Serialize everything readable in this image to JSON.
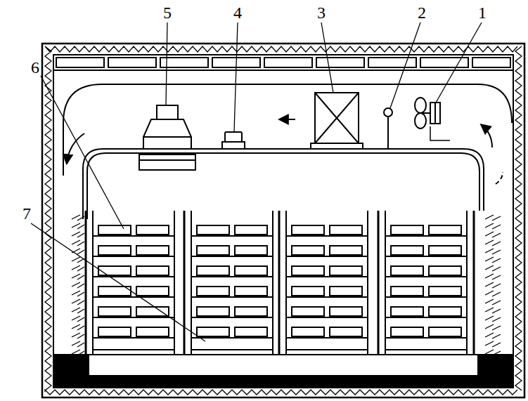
{
  "diagram": {
    "labels": [
      "5",
      "4",
      "3",
      "2",
      "1",
      "6",
      "7"
    ]
  }
}
